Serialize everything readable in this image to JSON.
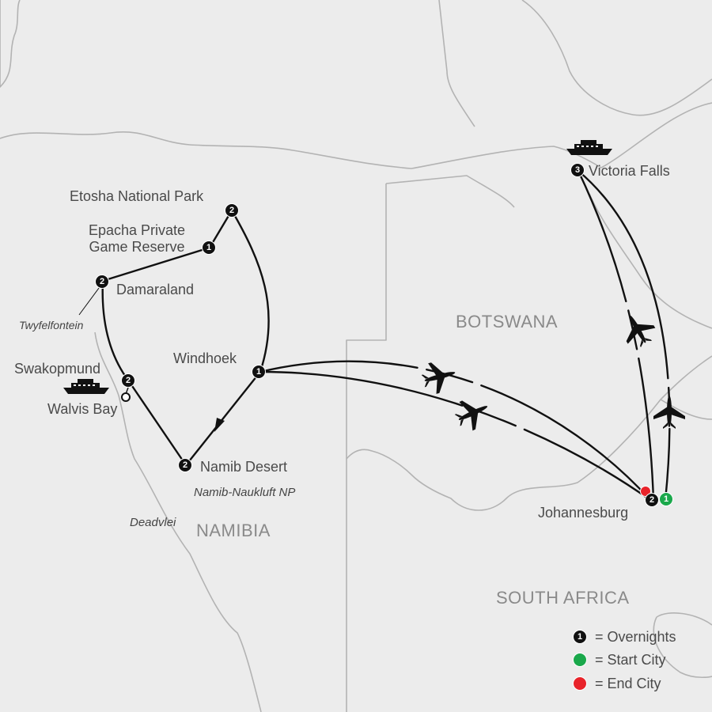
{
  "places": {
    "etosha": "Etosha National Park",
    "epacha": "Epacha Private Game Reserve",
    "damaraland": "Damaraland",
    "twyfelfontein": "Twyfelfontein",
    "swakopmund": "Swakopmund",
    "walvis_bay": "Walvis Bay",
    "windhoek": "Windhoek",
    "namib_desert": "Namib Desert",
    "namib_naukluft": "Namib-Naukluft NP",
    "deadvlei": "Deadvlei",
    "victoria_falls": "Victoria Falls",
    "johannesburg": "Johannesburg"
  },
  "countries": {
    "botswana": "BOTSWANA",
    "namibia": "NAMIBIA",
    "south_africa": "SOUTH AFRICA"
  },
  "nights": {
    "etosha": "2",
    "epacha": "1",
    "damaraland": "2",
    "swakopmund": "2",
    "windhoek": "1",
    "namib_desert": "2",
    "victoria_falls": "3",
    "johannesburg": "2",
    "start_marker": "1"
  },
  "legend": {
    "sample_number": "1",
    "overnights": "= Overnights",
    "start_city": "= Start City",
    "end_city": "= End City"
  },
  "colors": {
    "start": "#1aa84b",
    "end": "#e8232a",
    "route": "#111111",
    "border": "#b5b5b5",
    "land": "#ececec"
  },
  "icons": [
    "airplane-icon",
    "boat-icon",
    "direction-arrow-icon"
  ]
}
